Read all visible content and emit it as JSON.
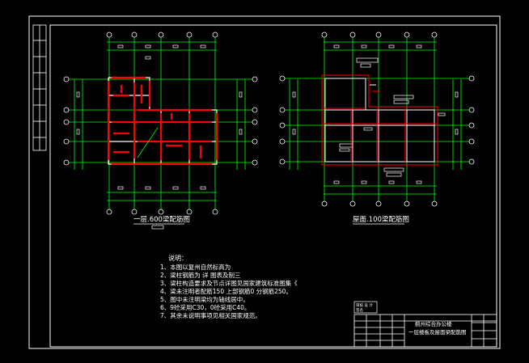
{
  "drawing": {
    "plan_left_title": "一层.600梁配筋图",
    "plan_right_title": "屋面.100梁配筋图",
    "notes_heading": "说明：",
    "notes": [
      "1、本图以复州自然标高为",
      "2、梁柱钢筋为 详 图表及制三",
      "3、梁柱构造要求及节点详图见国家建筑标准图集《",
      "4、梁未注明者配筋150 上部钢筋0 分钢筋250。",
      "5、图中未注明梁均为轴线居中。",
      "6、9砼采用C30，0砼采用C40。",
      "7、其余未说明事项见相关国家规范。"
    ],
    "titleblock": {
      "project_line1": "蓟州综合办公楼",
      "project_line2": "一层楼板及屋面梁配筋图",
      "stamp_label": "审核 设 计",
      "stamp_sub": "签名"
    }
  },
  "colors": {
    "background": "#000000",
    "frame": "#ffffff",
    "axis_green": "#00ff00",
    "beam_red": "#ff0000",
    "label_yellow": "#ffff00"
  }
}
